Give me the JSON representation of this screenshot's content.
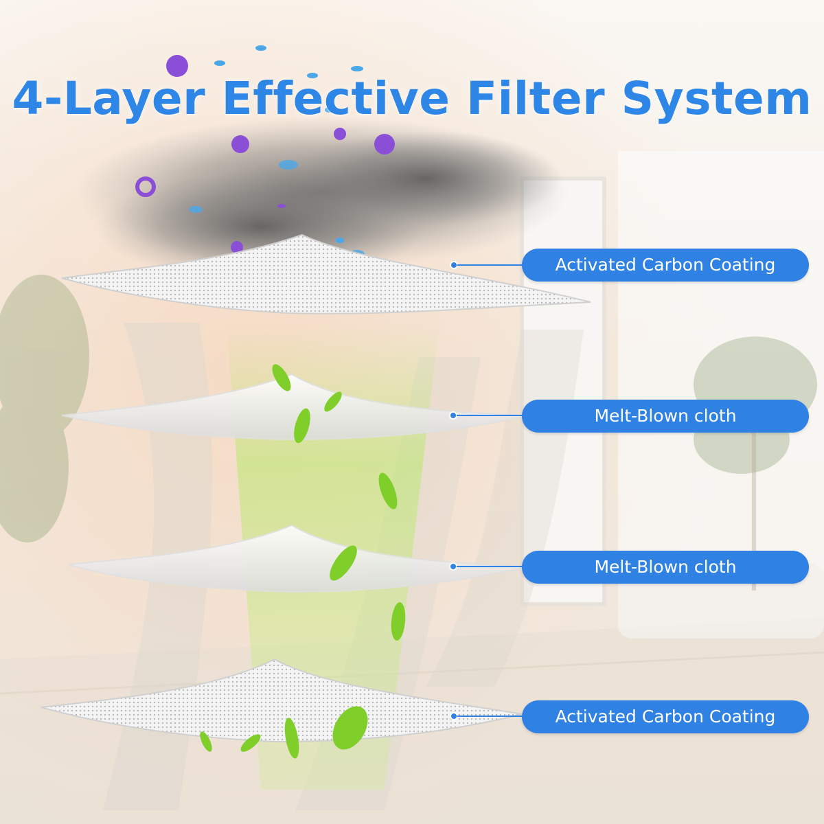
{
  "title": "4-Layer Effective Filter System",
  "layers": [
    {
      "label": "Activated Carbon Coating"
    },
    {
      "label": "Melt-Blown cloth"
    },
    {
      "label": "Melt-Blown cloth"
    },
    {
      "label": "Activated Carbon Coating"
    }
  ],
  "colors": {
    "accent": "#2f82e3",
    "title": "#2e86e6",
    "leaf": "#7fce2a",
    "particle_purple": "#8a4fd6",
    "particle_blue": "#4aa8e8"
  }
}
